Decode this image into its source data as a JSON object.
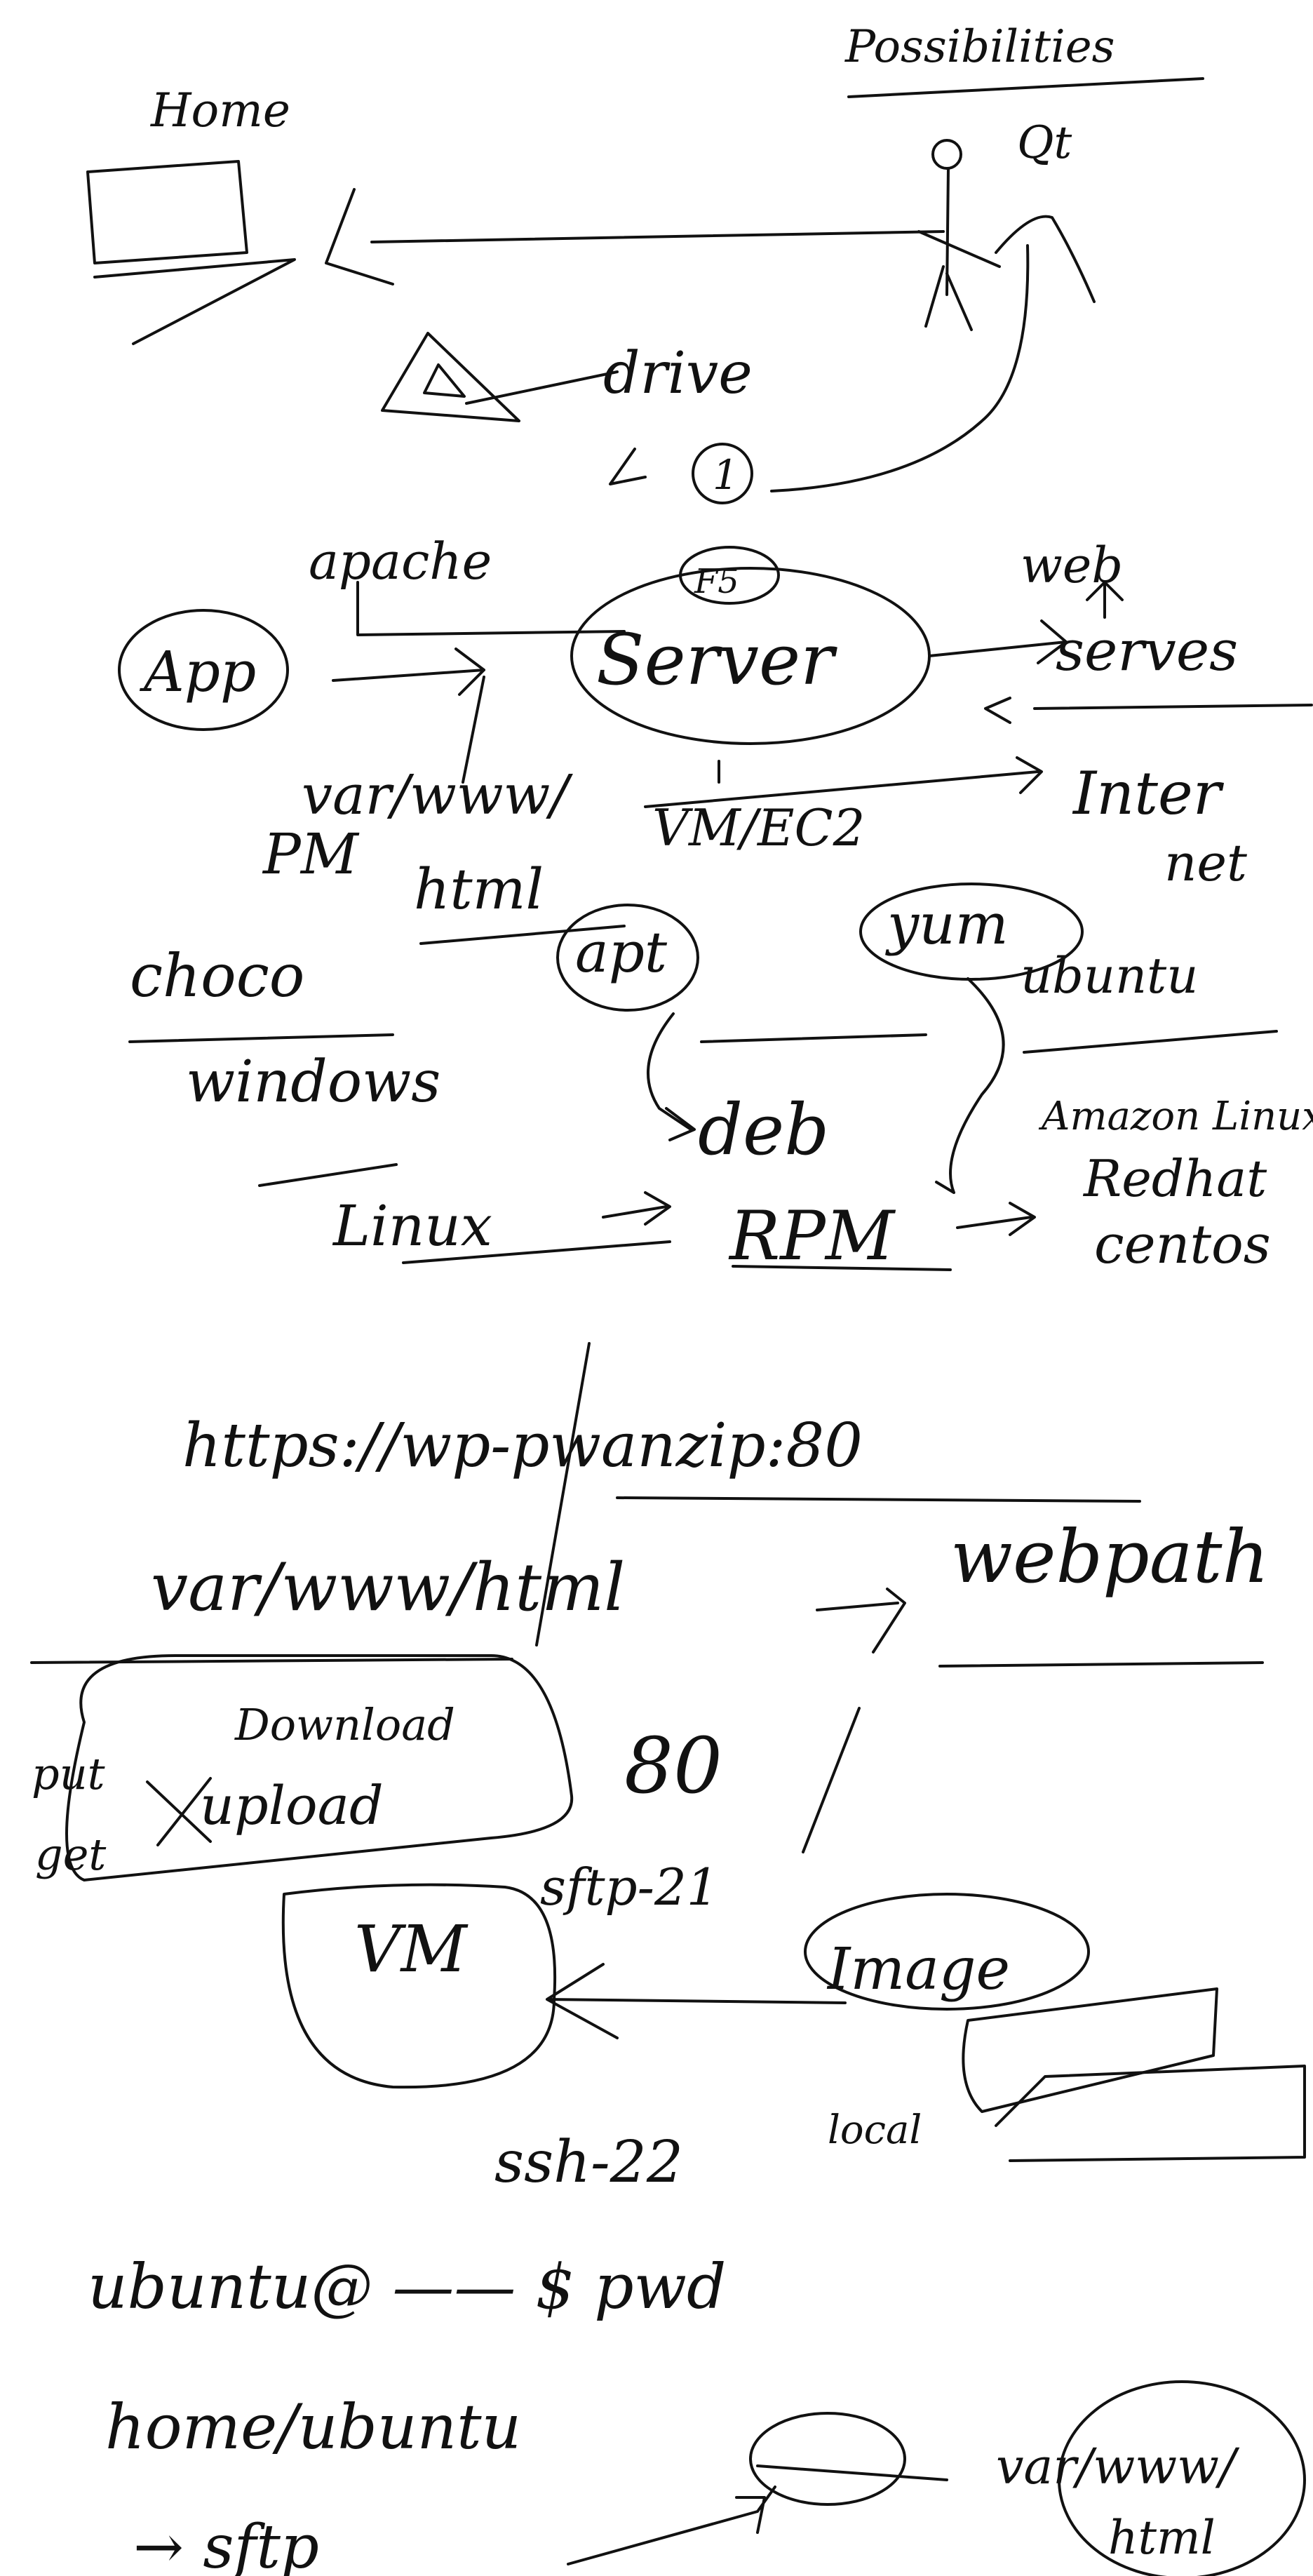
{
  "labels": {
    "possibilities": "Possibilities",
    "qt": "Qt",
    "home": "Home",
    "drive": "drive",
    "one": "1",
    "apache": "apache",
    "f5": "F5",
    "server": "Server",
    "web": "web",
    "serves": "serves",
    "app": "App",
    "var_www_vm": "var/www/",
    "vm_ec2": "VM/EC2",
    "internet": "Inter",
    "net": "net",
    "pm": "PM",
    "html1": "html",
    "choco": "choco",
    "apt": "apt",
    "yum": "yum",
    "ubuntu": "ubuntu",
    "windows": "windows",
    "deb": "deb",
    "amazon_linux": "Amazon Linux",
    "linux": "Linux",
    "rpm": "RPM",
    "redhat": "Redhat",
    "centos": "centos",
    "url": "https://wp-pwanzip:80",
    "var_www_html": "var/www/html",
    "webpath": "webpath",
    "put": "put",
    "get": "get",
    "download": "Download",
    "upload": "upload",
    "port80": "80",
    "sftp21": "sftp-21",
    "vm": "VM",
    "image": "Image",
    "ssh22": "ssh-22",
    "local": "local",
    "prompt": "ubuntu@ —— $ pwd",
    "home_ubuntu": "home/ubuntu",
    "sftp": "→ sftp",
    "var_www_html2": "var/www/",
    "html2": "html"
  }
}
